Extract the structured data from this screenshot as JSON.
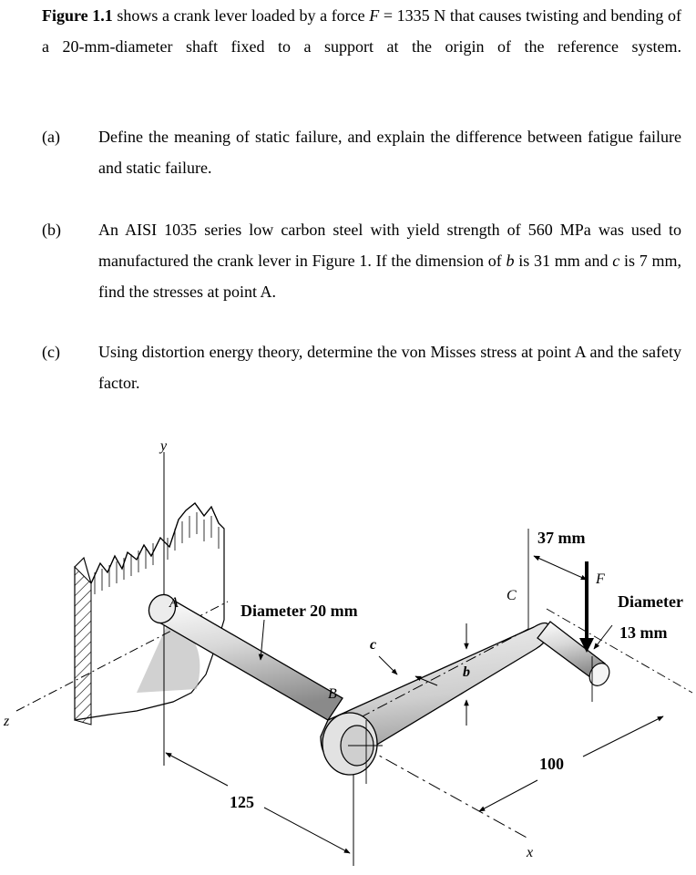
{
  "intro": {
    "fig_ref": "Figure 1.1",
    "rest_a": " shows a crank lever loaded by a force ",
    "force_var": "F",
    "rest_b": " = 1335 N that causes twisting and bending of a 20-mm-diameter shaft fixed to a support at the origin of the reference system."
  },
  "questions": [
    {
      "label": "(a)",
      "text": "Define the meaning of static failure, and explain the difference between fatigue failure and static failure."
    },
    {
      "label": "(b)",
      "text_a": "An AISI 1035 series low carbon steel with yield strength of 560 MPa was used to manufactured the crank lever in Figure 1. If the dimension of ",
      "var_b": "b",
      "text_b": " is 31 mm and ",
      "var_c": "c",
      "text_c": " is 7 mm, find the stresses at point A."
    },
    {
      "label": "(c)",
      "text": "Using distortion energy theory, determine the von Misses stress at point A and the safety factor."
    }
  ],
  "figure": {
    "labels": {
      "y_axis": "y",
      "z_axis": "z",
      "x_axis": "x",
      "point_a": "A",
      "point_b": "B",
      "point_c": "C",
      "force": "F",
      "dim_c": "c",
      "dim_b": "b",
      "diam_shaft": "Diameter 20 mm",
      "dim_37": "37 mm",
      "diam_pin_1": "Diameter",
      "diam_pin_2": "13 mm",
      "dim_100": "100",
      "dim_125": "125"
    }
  }
}
